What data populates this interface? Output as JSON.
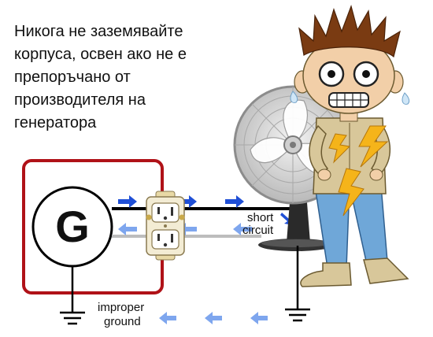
{
  "warning": {
    "lines": [
      "Никога не заземявайте",
      "корпуса, освен ако не е",
      "препоръчано от",
      "производителя на",
      "генератора"
    ]
  },
  "generator": {
    "symbol": "G"
  },
  "labels": {
    "short_circuit_line1": "short",
    "short_circuit_line2": "circuit",
    "improper_ground_line1": "improper",
    "improper_ground_line2": "ground"
  },
  "colors": {
    "frame": "#b01218",
    "hot_wire": "#000000",
    "neutral_wire": "#bdbdbd",
    "arrow_dark": "#1f4fd6",
    "arrow_light": "#7ea6ee",
    "spark": "#f5b41a",
    "shirt": "#d8c79a",
    "jeans": "#6fa7d8",
    "hair": "#7a3b12"
  },
  "icons": [
    "ground-symbol-icon",
    "duplex-outlet-icon",
    "electric-fan-icon",
    "electric-spark-icon",
    "shocked-man-icon"
  ]
}
